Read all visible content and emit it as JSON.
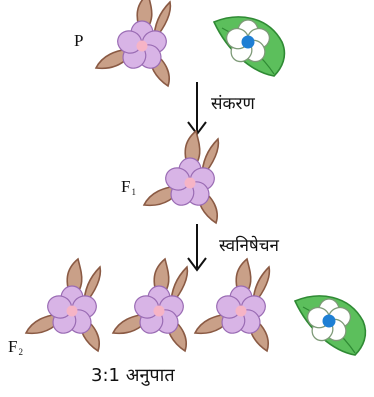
{
  "labels": {
    "parent_generation": "P",
    "f1_letter": "F",
    "f1_sub": "1",
    "f2_letter": "F",
    "f2_sub": "2",
    "cross_step": "संकरण",
    "self_step": "स्वनिषेचन",
    "ratio": "3:1 अनुपात"
  },
  "colors": {
    "dominant_petal": "#d8b4e6",
    "dominant_petal_edge": "#9a6cb4",
    "dominant_center": "#f6b4c6",
    "dominant_leaf": "#c9a088",
    "dominant_leaf_edge": "#8a5a44",
    "recessive_petal": "#ffffff",
    "recessive_petal_edge": "#7e9a78",
    "recessive_center": "#1e7fd4",
    "recessive_leaf": "#5cbf5c",
    "recessive_leaf_edge": "#2f8a34",
    "arrow": "#111111"
  }
}
